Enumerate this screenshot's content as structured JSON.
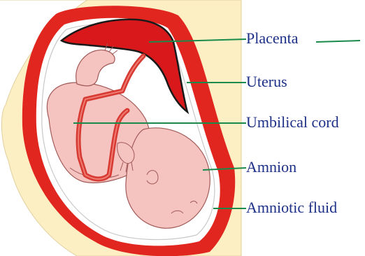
{
  "diagram": {
    "labels": {
      "placenta": "Placenta",
      "uterus": "Uterus",
      "umbilical_cord": "Umbilical cord",
      "amnion": "Amnion",
      "amniotic_fluid": "Amniotic fluid"
    },
    "colors": {
      "background": "#fcefc4",
      "uterus_wall": "#e1261f",
      "placenta": "#d9181c",
      "amniotic_fluid": "#ffffff",
      "fetus_skin": "#f6c4c0",
      "fetus_outline": "#a05a58",
      "cord": "#d63a32",
      "leader_line": "#1a8a4a",
      "label_text": "#1d2f86"
    }
  }
}
